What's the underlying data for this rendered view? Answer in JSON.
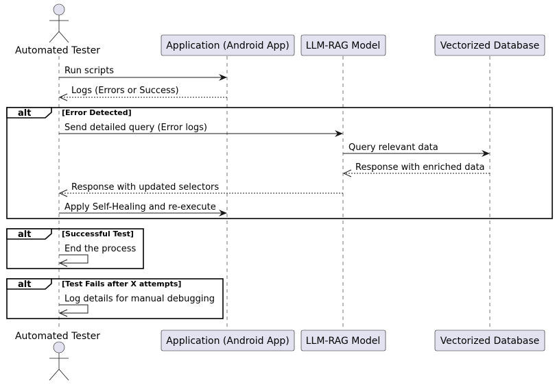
{
  "participants": {
    "tester": "Automated Tester",
    "app": "Application (Android App)",
    "llm": "LLM-RAG Model",
    "db": "Vectorized Database"
  },
  "messages": [
    "Run scripts",
    "Logs (Errors or Success)",
    "Send detailed query (Error logs)",
    "Query relevant data",
    "Response with enriched data",
    "Response with updated selectors",
    "Apply Self-Healing and re-execute",
    "End the process",
    "Log details for manual debugging"
  ],
  "fragments": [
    {
      "operator": "alt",
      "guard": "[Error Detected]"
    },
    {
      "operator": "alt",
      "guard": "[Successful Test]"
    },
    {
      "operator": "alt",
      "guard": "[Test Fails after X attempts]"
    }
  ]
}
